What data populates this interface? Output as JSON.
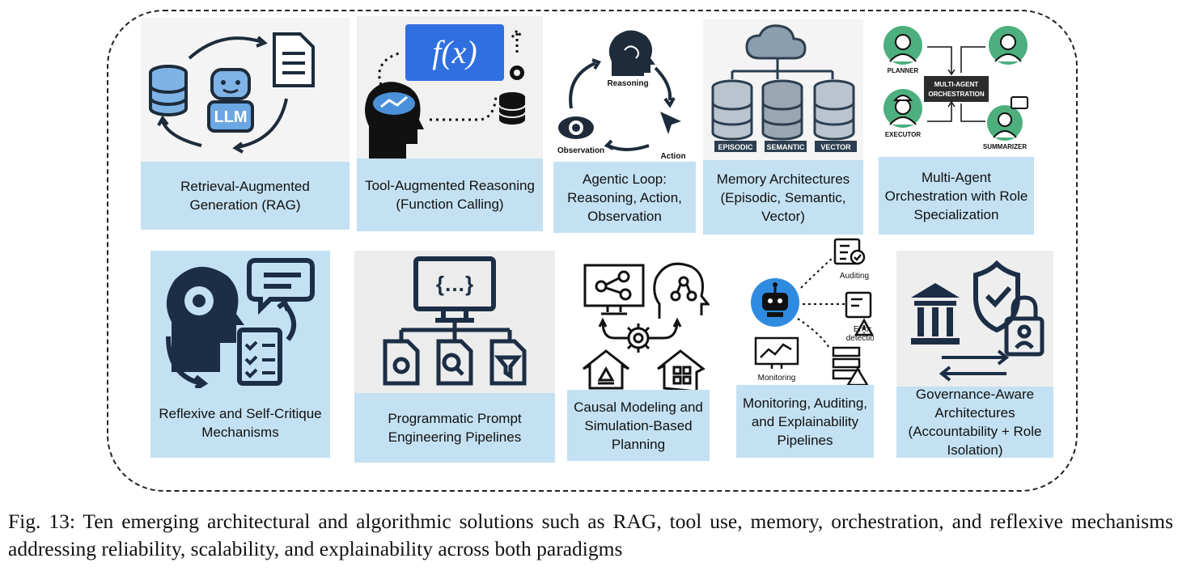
{
  "cards": [
    {
      "label": "Retrieval-Augmented Generation (RAG)",
      "icon_text": "LLM"
    },
    {
      "label": "Tool-Augmented Reasoning (Function Calling)",
      "icon_text": "f(x)"
    },
    {
      "label": "Agentic Loop: Reasoning, Action, Observation",
      "icon_texts": [
        "Reasoning",
        "Action",
        "Observation"
      ]
    },
    {
      "label": "Memory Architectures (Episodic, Semantic, Vector)",
      "icon_texts": [
        "EPISODIC",
        "SEMANTIC",
        "VECTOR"
      ]
    },
    {
      "label": "Multi-Agent Orchestration with Role Specialization",
      "icon_texts": [
        "PLANNER",
        "MULTI-AGENT",
        "ORCHESTRATION",
        "EXECUTOR",
        "SUMMARIZER"
      ]
    },
    {
      "label": "Reflexive and Self-Critique Mechanisms"
    },
    {
      "label": "Programmatic Prompt Engineering Pipelines",
      "icon_text": "{…}"
    },
    {
      "label": "Causal Modeling and Simulation-Based Planning"
    },
    {
      "label": "Monitoring, Auditing, and Explainability Pipelines",
      "icon_texts": [
        "Auditing",
        "Error",
        "detection",
        "Monitoring"
      ]
    },
    {
      "label": "Governance-Aware Architectures (Accountability + Role Isolation)"
    }
  ],
  "caption": "Fig. 13: Ten emerging architectural and algorithmic solutions such as RAG, tool use, memory, orchestration, and reflexive mechanisms addressing reliability, scalability, and explainability across both paradigms",
  "colors": {
    "label_bg": "#c3e1f2",
    "accent_blue": "#2f6fe0",
    "navy": "#1c2e45",
    "green": "#4caf7d"
  }
}
